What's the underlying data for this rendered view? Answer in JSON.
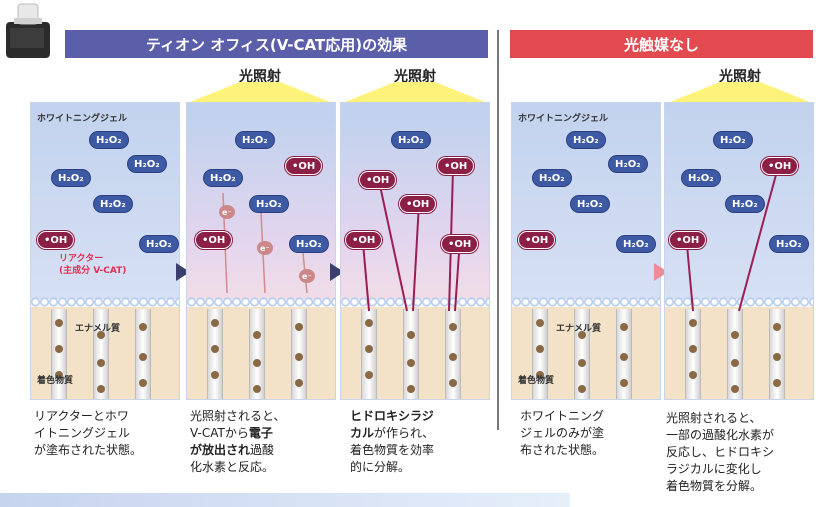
{
  "banner_left": "ティオン オフィス(V-CAT応用)の効果",
  "banner_right": "光触媒なし",
  "light_label": "光照射",
  "labels": {
    "gel": "ホワイトニングジェル",
    "reactor_line1": "リアクター",
    "reactor_line2": "(主成分 V-CAT)",
    "enamel": "エナメル質",
    "stain": "着色物質"
  },
  "molecules": {
    "h2o2": "H₂O₂",
    "oh": "•OH",
    "electron": "e⁻"
  },
  "captions": {
    "c1": {
      "l1": "リアクターとホワ",
      "l2": "イトニングジェル",
      "l3": "が塗布された状態。"
    },
    "c2": {
      "l1": "光照射されると、",
      "l2a": "V-CATから",
      "l2b": "電子",
      "l3a": "が放出され",
      "l3b": "過酸",
      "l4": "化水素と反応。"
    },
    "c3": {
      "l1": "ヒドロキシラジ",
      "l2a": "カル",
      "l2b": "が作られ、",
      "l3": "着色物質を効率",
      "l4": "的に分解。"
    },
    "c4": {
      "l1": "ホワイトニング",
      "l2": "ジェルのみが塗",
      "l3": "布された状態。"
    },
    "c5": {
      "l1": "光照射されると、",
      "l2": "一部の過酸化水素が",
      "l3": "反応し、ヒドロキシ",
      "l4": "ラジカルに変化し",
      "l5": "着色物質を分解。"
    }
  },
  "colors": {
    "banner_left": "#5b5ea8",
    "banner_right": "#e24a4f",
    "h2o2": "#3e5aa5",
    "oh": "#8b1f45",
    "reactor_text": "#e03050"
  }
}
